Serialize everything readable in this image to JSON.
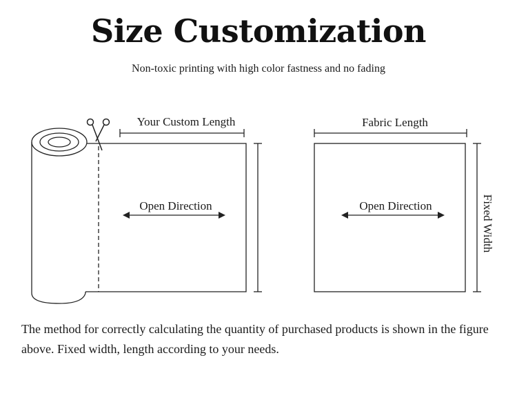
{
  "header": {
    "title": "Size Customization",
    "subtitle": "Non-toxic printing with high color fastness and no fading"
  },
  "roll_diagram": {
    "custom_length_label": "Your Custom Length",
    "open_direction_label": "Open Direction",
    "custom_length_color": "#c9a400",
    "icons": [
      "scissors-icon"
    ]
  },
  "flat_diagram": {
    "fabric_length_label": "Fabric Length",
    "open_direction_label": "Open Direction",
    "fixed_width_label": "Fixed Width"
  },
  "footer": {
    "note": "The method for correctly calculating the quantity of purchased products is shown in the figure above. Fixed width, length according to your needs."
  }
}
